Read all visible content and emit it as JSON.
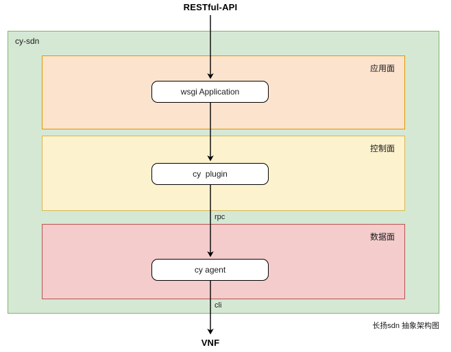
{
  "diagram": {
    "caption": "长扬sdn 抽象架构图",
    "endpoints": {
      "top": "RESTful-API",
      "bottom": "VNF"
    },
    "container": {
      "label": "cy-sdn",
      "fill": "#d5e8d4",
      "stroke": "#82b366"
    },
    "planes": [
      {
        "id": "application",
        "label": "应用面",
        "fill": "#fce3ce",
        "stroke": "#d79b00",
        "node": "wsgi Application"
      },
      {
        "id": "control",
        "label": "控制面",
        "fill": "#fdf2ce",
        "stroke": "#d6b656",
        "node": "cy  plugin"
      },
      {
        "id": "data",
        "label": "数据面",
        "fill": "#f4cccc",
        "stroke": "#b85450",
        "node": "cy agent"
      }
    ],
    "edges": [
      {
        "id": "restful-to-wsgi",
        "label": ""
      },
      {
        "id": "wsgi-to-plugin",
        "label": ""
      },
      {
        "id": "plugin-to-agent",
        "label": "rpc"
      },
      {
        "id": "agent-to-vnf",
        "label": "cli"
      }
    ],
    "colors": {
      "arrow": "#000000",
      "node_fill": "#ffffff",
      "node_stroke": "#000000",
      "text": "#1a1a1a",
      "background": "#ffffff"
    }
  }
}
